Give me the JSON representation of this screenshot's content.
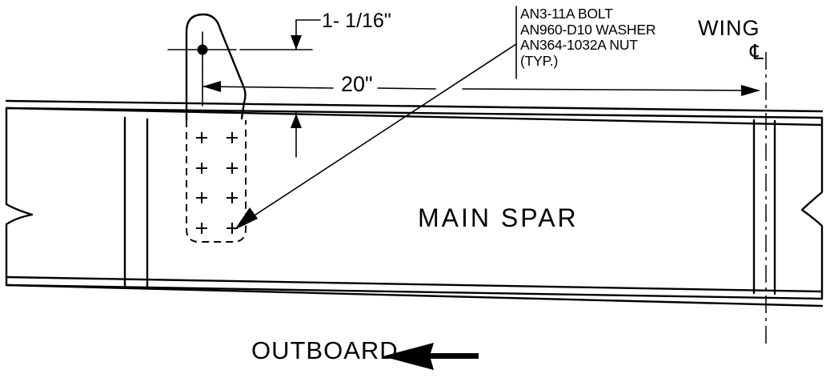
{
  "labels": {
    "dim_top": "1- 1/16\"",
    "dim_span": "20\"",
    "callout_lines": [
      "AN3-11A BOLT",
      "AN960-D10 WASHER",
      "AN364-1032A NUT",
      "(TYP.)"
    ],
    "wing": "WING",
    "wing_centerline": "℄",
    "main_spar": "MAIN SPAR",
    "outboard": "OUTBOARD"
  },
  "icons": {
    "outboard_arrow": "arrow-left-icon",
    "centerline": "centerline-icon"
  },
  "colors": {
    "ink": "#000000",
    "paper": "#ffffff"
  }
}
